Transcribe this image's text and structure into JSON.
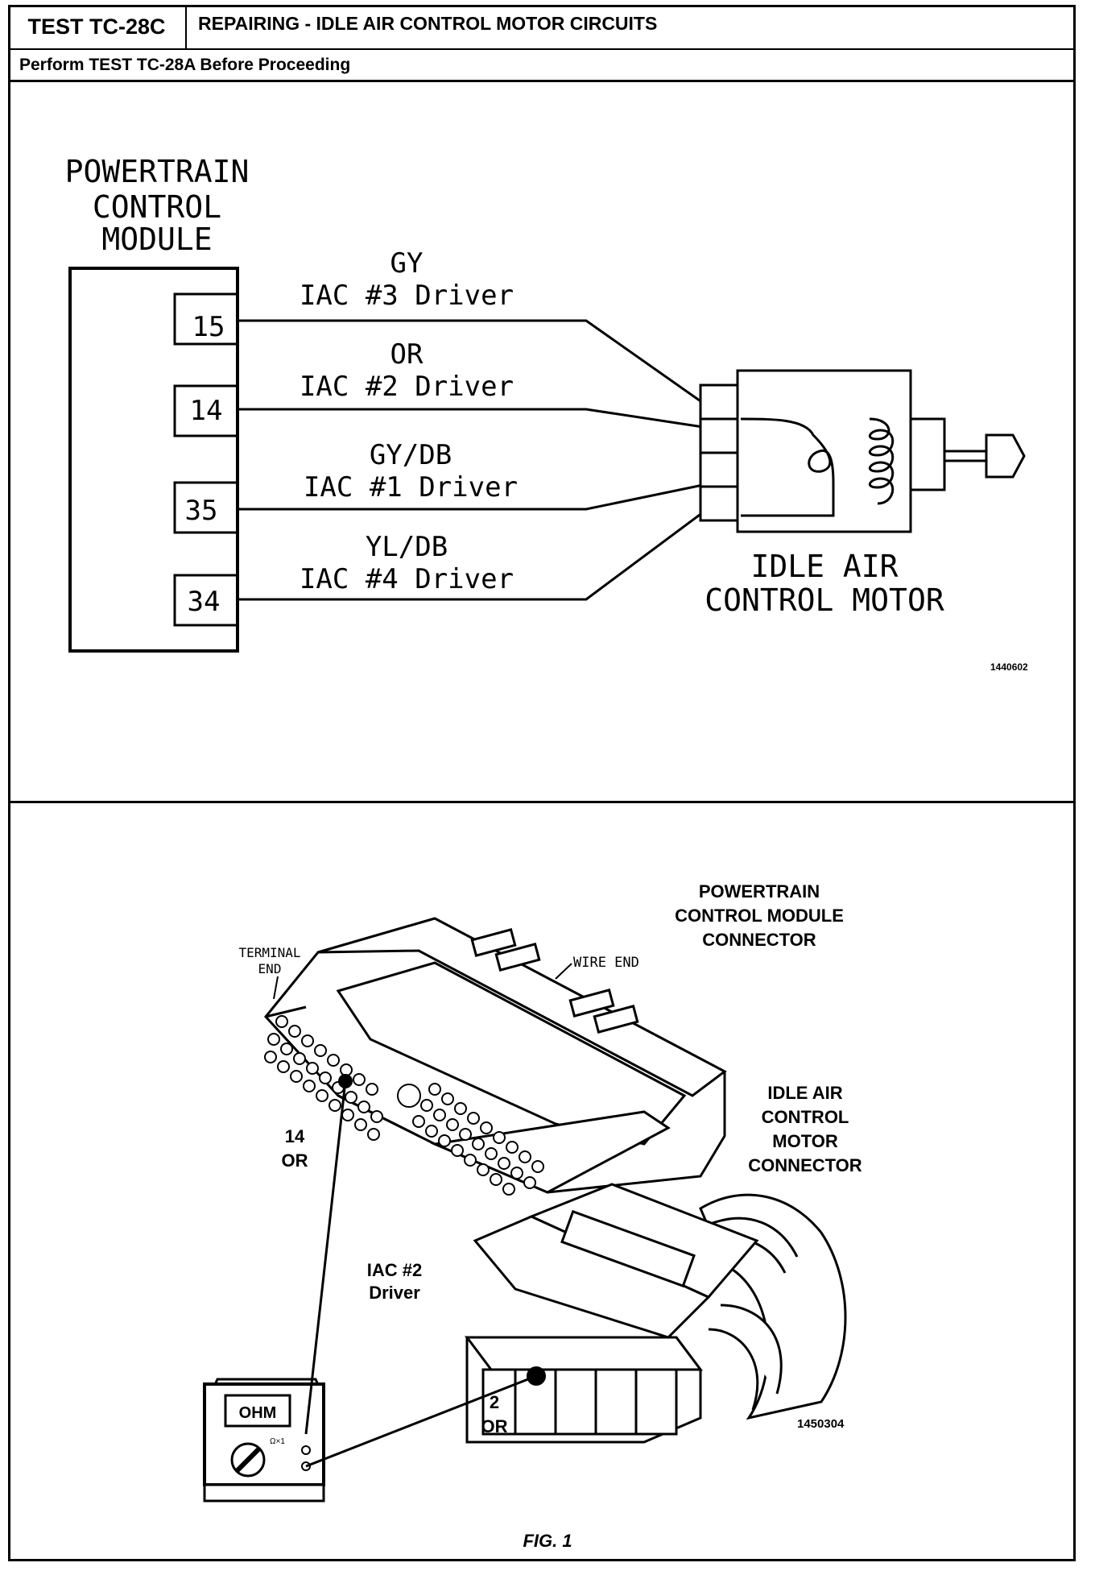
{
  "header": {
    "test_id": "TEST TC-28C",
    "title": "REPAIRING - IDLE AIR CONTROL MOTOR CIRCUITS",
    "prerequisite": "Perform TEST TC-28A Before Proceeding"
  },
  "schematic": {
    "pcm_label_1": "POWERTRAIN",
    "pcm_label_2": "CONTROL",
    "pcm_label_3": "MODULE",
    "pins": [
      "15",
      "14",
      "35",
      "34"
    ],
    "wires": [
      {
        "color": "GY",
        "name": "IAC #3 Driver"
      },
      {
        "color": "OR",
        "name": "IAC #2 Driver"
      },
      {
        "color": "GY/DB",
        "name": "IAC #1 Driver"
      },
      {
        "color": "YL/DB",
        "name": "IAC #4 Driver"
      }
    ],
    "motor_label_1": "IDLE AIR",
    "motor_label_2": "CONTROL MOTOR",
    "ref_number": "1440602"
  },
  "illustration": {
    "pcm_connector_label_1": "POWERTRAIN",
    "pcm_connector_label_2": "CONTROL MODULE",
    "pcm_connector_label_3": "CONNECTOR",
    "terminal_end_1": "TERMINAL",
    "terminal_end_2": "END",
    "wire_end": "WIRE END",
    "iac_connector_label_1": "IDLE AIR",
    "iac_connector_label_2": "CONTROL",
    "iac_connector_label_3": "MOTOR",
    "iac_connector_label_4": "CONNECTOR",
    "pin14_num": "14",
    "pin14_color": "OR",
    "iac2_label_1": "IAC #2",
    "iac2_label_2": "Driver",
    "pin2_num": "2",
    "pin2_color": "OR",
    "meter_display": "OHM",
    "meter_range": "Ω×1",
    "ref_number": "1450304"
  },
  "figure_caption": "FIG. 1"
}
